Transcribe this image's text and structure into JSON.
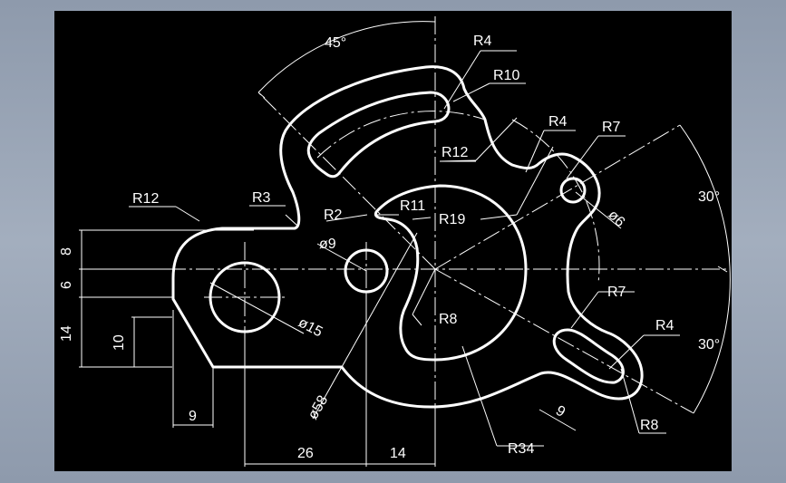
{
  "drawing": {
    "background": "#000000",
    "line_color": "#ffffff",
    "angle_labels": {
      "top": "45°",
      "right_upper": "30°",
      "right_lower": "30°"
    },
    "radius_labels": {
      "r4_top": "R4",
      "r10": "R10",
      "r4_mid": "R4",
      "r7_top": "R7",
      "r12_inner": "R12",
      "r12_left": "R12",
      "r3": "R3",
      "r2": "R2",
      "r11": "R11",
      "r19": "R19",
      "r8_center": "R8",
      "r7_right": "R7",
      "r4_right": "R4",
      "r8_right": "R8",
      "r34": "R34"
    },
    "diameter_labels": {
      "d6": "ø6",
      "d9": "ø9",
      "d15": "ø15",
      "d58": "ø58"
    },
    "linear_dimensions": {
      "v8": "8",
      "v6": "6",
      "v14": "14",
      "v10": "10",
      "h9_bottom": "9",
      "h26": "26",
      "h14": "14",
      "slot9": "9"
    }
  }
}
